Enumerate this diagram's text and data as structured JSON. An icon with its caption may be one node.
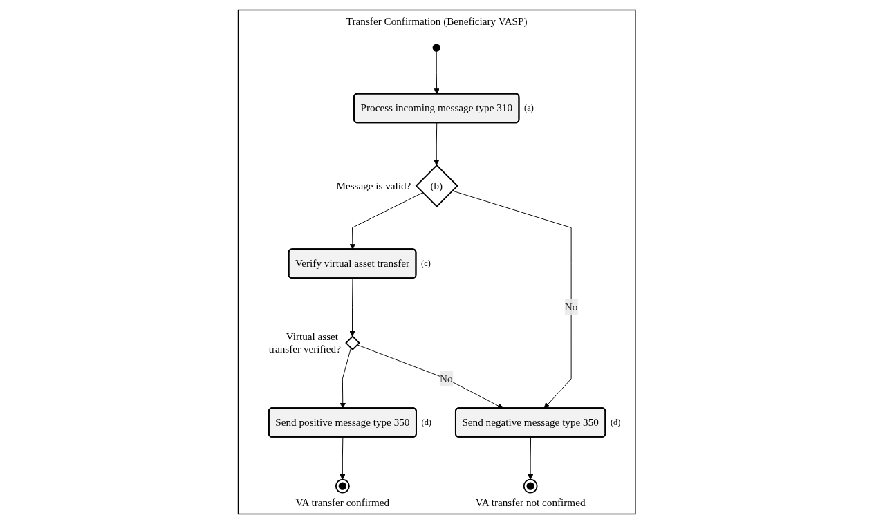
{
  "diagram": {
    "nodes": [
      {
        "text": [
          "Transfer Confirmation (Beneficiary VASP)"
        ]
      },
      {
        "text": [],
        "shape": "circle",
        "in": 0
      },
      {
        "text": [
          "Process incoming message type 310"
        ],
        "beside": [
          "(a)"
        ],
        "in": 0
      },
      {
        "text": [
          "(b)"
        ],
        "beside": [
          "Message is valid?"
        ],
        "in": 0
      },
      {
        "text": [
          "Verify virtual asset transfer"
        ],
        "beside": [
          "(c)"
        ],
        "in": 0
      },
      {
        "text": [],
        "shape": "diamond",
        "beside": [
          "Virtual asset transfer verified?"
        ],
        "in": 0
      },
      {
        "text": [
          "Send positive message type 350"
        ],
        "beside": [
          "(d)"
        ],
        "in": 0
      },
      {
        "text": [
          "Send negative message type 350"
        ],
        "beside": [
          "(d)"
        ],
        "in": 0
      },
      {
        "text": [],
        "shape": "bullseye",
        "beside": [
          "VA transfer confirmed"
        ],
        "in": 0
      },
      {
        "text": [],
        "shape": "bullseye",
        "beside": [
          "VA transfer not confirmed"
        ],
        "in": 0
      }
    ],
    "edges": [
      {
        "from": 1,
        "to": 2,
        "arrow": "to"
      },
      {
        "from": 2,
        "to": 3,
        "arrow": "to"
      },
      {
        "from": 3,
        "to": 4,
        "arrow": "to"
      },
      {
        "from": 3,
        "to": 7,
        "label": "No",
        "arrow": "to"
      },
      {
        "from": 4,
        "to": 5,
        "arrow": "to"
      },
      {
        "from": 5,
        "to": 7,
        "label": "No",
        "arrow": "to"
      },
      {
        "from": 5,
        "to": 6,
        "arrow": "to"
      },
      {
        "from": 6,
        "to": 8,
        "arrow": "to"
      },
      {
        "from": 7,
        "to": 9,
        "arrow": "to"
      }
    ]
  }
}
